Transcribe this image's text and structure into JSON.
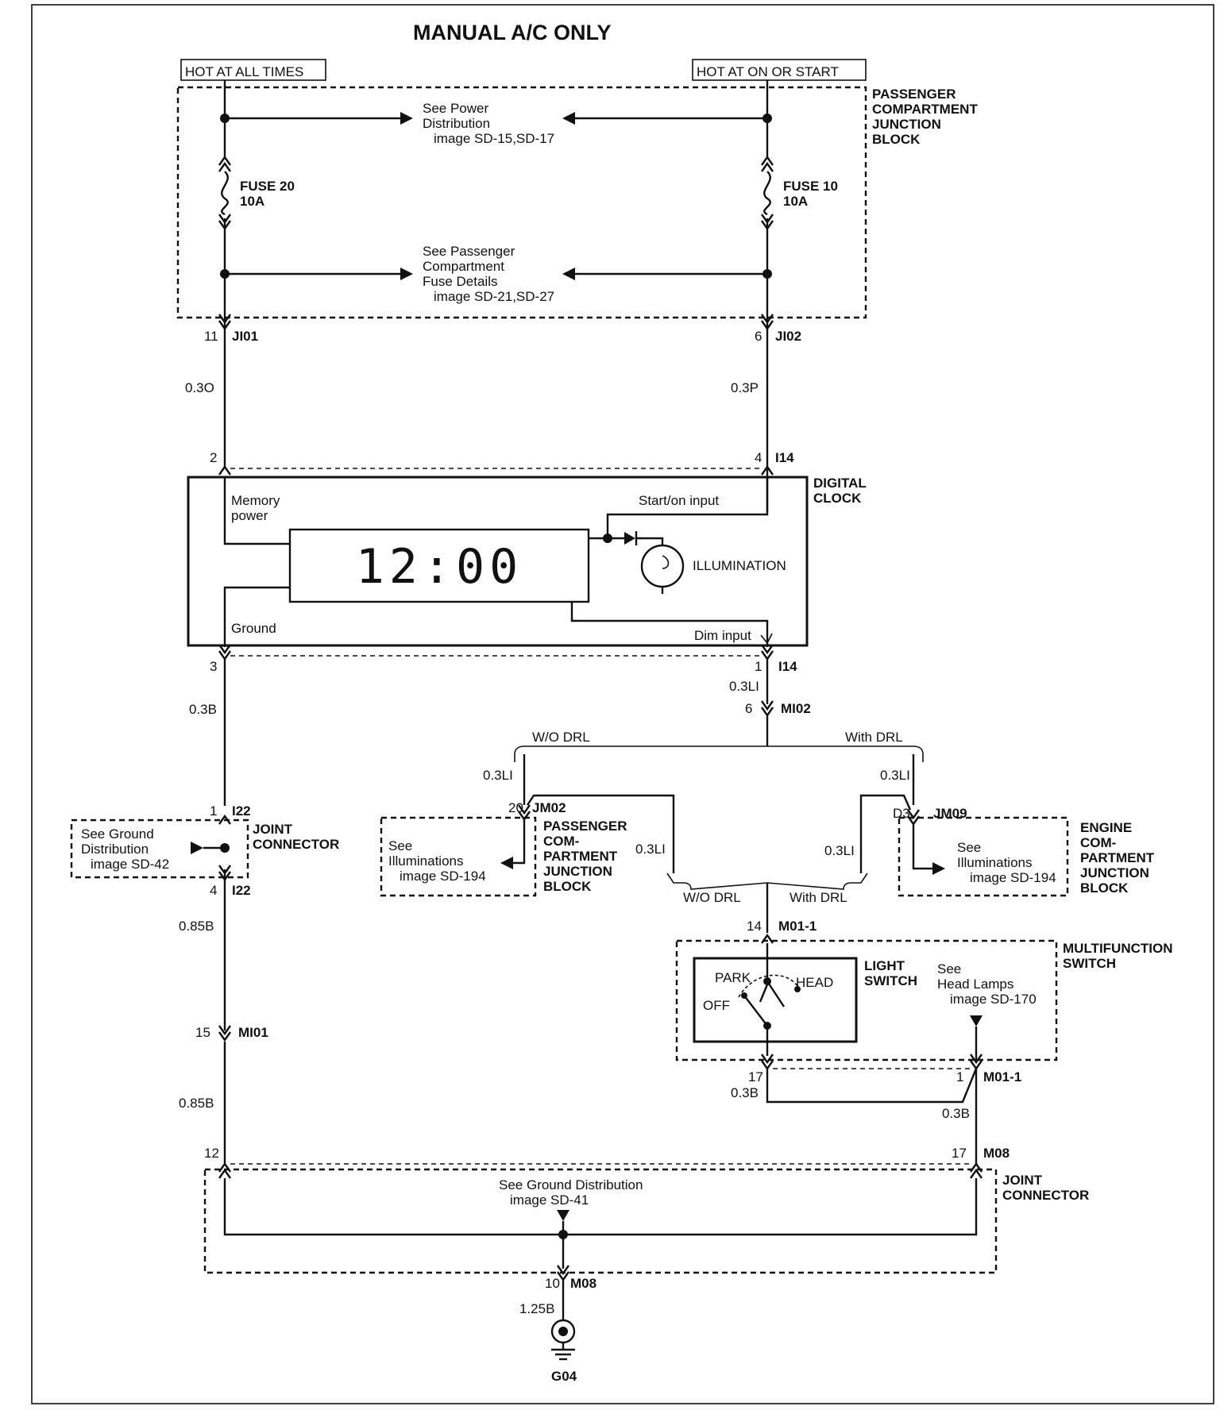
{
  "title": "MANUAL A/C ONLY",
  "power": {
    "hot_all": "HOT AT ALL TIMES",
    "hot_on": "HOT AT ON OR START"
  },
  "pcjb": {
    "label": [
      "PASSENGER",
      "COMPARTMENT",
      "JUNCTION",
      "BLOCK"
    ],
    "see_power": [
      "See Power",
      "Distribution",
      "image SD-15,SD-17"
    ],
    "see_fuse": [
      "See Passenger",
      "Compartment",
      "Fuse Details",
      "image SD-21,SD-27"
    ]
  },
  "fuses": {
    "left_name": "FUSE 20",
    "left_rating": "10A",
    "right_name": "FUSE 10",
    "right_rating": "10A"
  },
  "connectors": {
    "j101_pin": "11",
    "j101": "JI01",
    "j102_pin": "6",
    "j102": "JI02",
    "i14_top_pin_left": "2",
    "i14_top_pin_right": "4",
    "i14_top": "I14",
    "i14_bot_pin_left": "3",
    "i14_bot_pin_right": "1",
    "i14_bot": "I14",
    "mi02_pin": "6",
    "mi02": "MI02",
    "i22_top_pin": "1",
    "i22_top": "I22",
    "i22_bot_pin": "4",
    "i22_bot": "I22",
    "jm02_pin": "20",
    "jm02": "JM02",
    "jm09_pin": "D3",
    "jm09": "JM09",
    "m011_top_pin": "14",
    "m011_top": "M01-1",
    "mi01_pin": "15",
    "mi01": "MI01",
    "m011_bot_pin_left": "17",
    "m011_bot_pin_right": "1",
    "m011_bot": "M01-1",
    "m08_top_pin_left": "12",
    "m08_top_pin_right": "17",
    "m08_top": "M08",
    "m08_bot_pin": "10",
    "m08_bot": "M08"
  },
  "wires": {
    "w_030": "0.3O",
    "w_03p": "0.3P",
    "w_03b": "0.3B",
    "w_03li_a": "0.3LI",
    "w_03li_b": "0.3LI",
    "w_03li_c": "0.3LI",
    "w_03li_d": "0.3LI",
    "w_03li_e": "0.3LI",
    "w_085b_a": "0.85B",
    "w_085b_b": "0.85B",
    "w_03b_c": "0.3B",
    "w_03b_d": "0.3B",
    "w_125b": "1.25B"
  },
  "clock": {
    "label": [
      "DIGITAL",
      "CLOCK"
    ],
    "memory": [
      "Memory",
      "power"
    ],
    "start_on": "Start/on input",
    "ground": "Ground",
    "dim": "Dim input",
    "display": "12:00",
    "illumination": "ILLUMINATION"
  },
  "drl": {
    "wo_top": "W/O DRL",
    "with_top": "With DRL",
    "wo_bot": "W/O DRL",
    "with_bot": "With DRL"
  },
  "joint_i22": {
    "label": [
      "JOINT",
      "CONNECTOR"
    ],
    "see": [
      "See Ground",
      "Distribution",
      "image SD-42"
    ]
  },
  "jm02_block": {
    "label": [
      "PASSENGER",
      "COM-",
      "PARTMENT",
      "JUNCTION",
      "BLOCK"
    ],
    "see": [
      "See",
      "Illuminations",
      "image SD-194"
    ]
  },
  "jm09_block": {
    "label": [
      "ENGINE",
      "COM-",
      "PARTMENT",
      "JUNCTION",
      "BLOCK"
    ],
    "see": [
      "See",
      "Illuminations",
      "image SD-194"
    ]
  },
  "mfs": {
    "label": [
      "MULTIFUNCTION",
      "SWITCH"
    ],
    "light": [
      "LIGHT",
      "SWITCH"
    ],
    "park": "PARK",
    "head": "HEAD",
    "off": "OFF",
    "see": [
      "See",
      "Head Lamps",
      "image SD-170"
    ]
  },
  "joint_m08": {
    "label": [
      "JOINT",
      "CONNECTOR"
    ],
    "see": [
      "See Ground Distribution",
      "image SD-41"
    ]
  },
  "ground": "G04"
}
